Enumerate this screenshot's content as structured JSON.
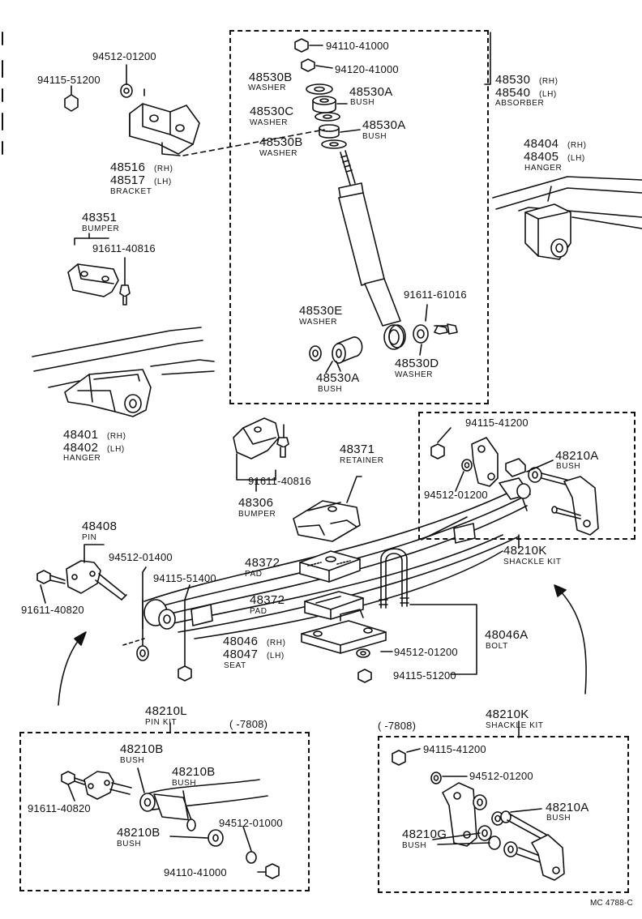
{
  "absorber_group": {
    "nut_top": "94110-41000",
    "nut_second": "94120-41000",
    "washer_upper_pn": "48530B",
    "washer_upper_name": "WASHER",
    "bush_upper_pn": "48530A",
    "bush_upper_name": "BUSH",
    "washer_c_pn": "48530C",
    "washer_c_name": "WASHER",
    "bush_mid_pn": "48530A",
    "bush_mid_name": "BUSH",
    "washer_lower_pn": "48530B",
    "washer_lower_name": "WASHER",
    "absorber_rh": "48530",
    "absorber_rh_side": "(RH)",
    "absorber_lh": "48540",
    "absorber_lh_side": "(LH)",
    "absorber_name": "ABSORBER",
    "washer_e_pn": "48530E",
    "washer_e_name": "WASHER",
    "bolt_pn": "91611-61016",
    "washer_d_pn": "48530D",
    "washer_d_name": "WASHER",
    "bush_low_pn": "48530A",
    "bush_low_name": "BUSH"
  },
  "bracket_group": {
    "washer": "94512-01200",
    "nut": "94115-51200",
    "bracket_rh": "48516",
    "bracket_rh_side": "(RH)",
    "bracket_lh": "48517",
    "bracket_lh_side": "(LH)",
    "bracket_name": "BRACKET"
  },
  "bumper_upper": {
    "pn": "48351",
    "name": "BUMPER",
    "bolt": "91611-40816"
  },
  "hanger_front": {
    "rh": "48401",
    "rh_side": "(RH)",
    "lh": "48402",
    "lh_side": "(LH)",
    "name": "HANGER"
  },
  "hanger_rear": {
    "rh": "48404",
    "rh_side": "(RH)",
    "lh": "48405",
    "lh_side": "(LH)",
    "name": "HANGER"
  },
  "bumper_lower": {
    "bolt": "91611-40816",
    "pn": "48306",
    "name": "BUMPER"
  },
  "retainer": {
    "pn": "48371",
    "name": "RETAINER"
  },
  "pad_upper": {
    "pn": "48372",
    "name": "PAD"
  },
  "pad_lower": {
    "pn": "48372",
    "name": "PAD"
  },
  "seat": {
    "rh": "48046",
    "rh_side": "(RH)",
    "lh": "48047",
    "lh_side": "(LH)",
    "name": "SEAT"
  },
  "bolt_group": {
    "pn": "48046A",
    "name": "BOLT",
    "washer": "94512-01200",
    "nut": "94115-51200"
  },
  "pin_group": {
    "pn": "48408",
    "name": "PIN",
    "bolt": "91611-40820",
    "washer": "94512-01400",
    "nut": "94115-51400"
  },
  "shackle_upper": {
    "nut": "94115-41200",
    "washer": "94512-01200",
    "bush_pn": "48210A",
    "bush_name": "BUSH",
    "kit_pn": "48210K",
    "kit_name": "SHACKLE KIT"
  },
  "pin_kit": {
    "pn": "48210L",
    "name": "PIN KIT",
    "range": "(      -7808)",
    "bush1_pn": "48210B",
    "bush1_name": "BUSH",
    "bush2_pn": "48210B",
    "bush2_name": "BUSH",
    "bolt": "91611-40820",
    "washer": "94512-01000",
    "bush3_pn": "48210B",
    "bush3_name": "BUSH",
    "nut": "94110-41000"
  },
  "shackle_kit_lower": {
    "range": "(      -7808)",
    "pn": "48210K",
    "name": "SHACKLE KIT",
    "nut": "94115-41200",
    "washer": "94512-01200",
    "bush_a_pn": "48210A",
    "bush_a_name": "BUSH",
    "bush_g_pn": "48210G",
    "bush_g_name": "BUSH"
  },
  "footer_code": "MC 4788-C"
}
